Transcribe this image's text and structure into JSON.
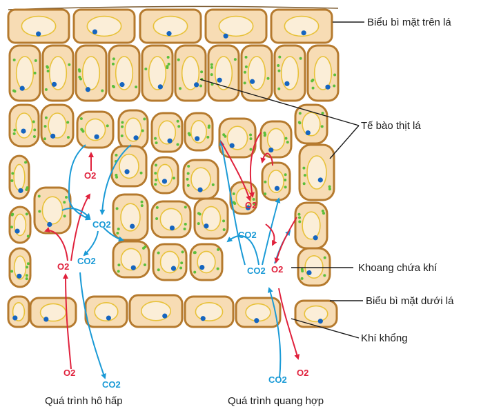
{
  "labels": {
    "upper_epidermis": "Biểu bì mặt trên lá",
    "mesophyll": "Tế bào thịt lá",
    "air_space": "Khoang chứa khí",
    "lower_epidermis": "Biểu bì mặt dưới lá",
    "stomata": "Khí khổng"
  },
  "captions": {
    "respiration": "Quá trình hô hấp",
    "photosynthesis": "Quá trình quang hợp"
  },
  "gases": {
    "o2": "O2",
    "co2": "CO2"
  },
  "colors": {
    "cell_fill": "#f7dcb4",
    "cell_border": "#b57a2e",
    "vacuole": "#e8c23a",
    "nucleus": "#1565c0",
    "chloroplast": "#5bbf3a",
    "o2_arrow": "#e0213c",
    "co2_arrow": "#1a9ad6",
    "leader_line": "#1a1a1a"
  }
}
